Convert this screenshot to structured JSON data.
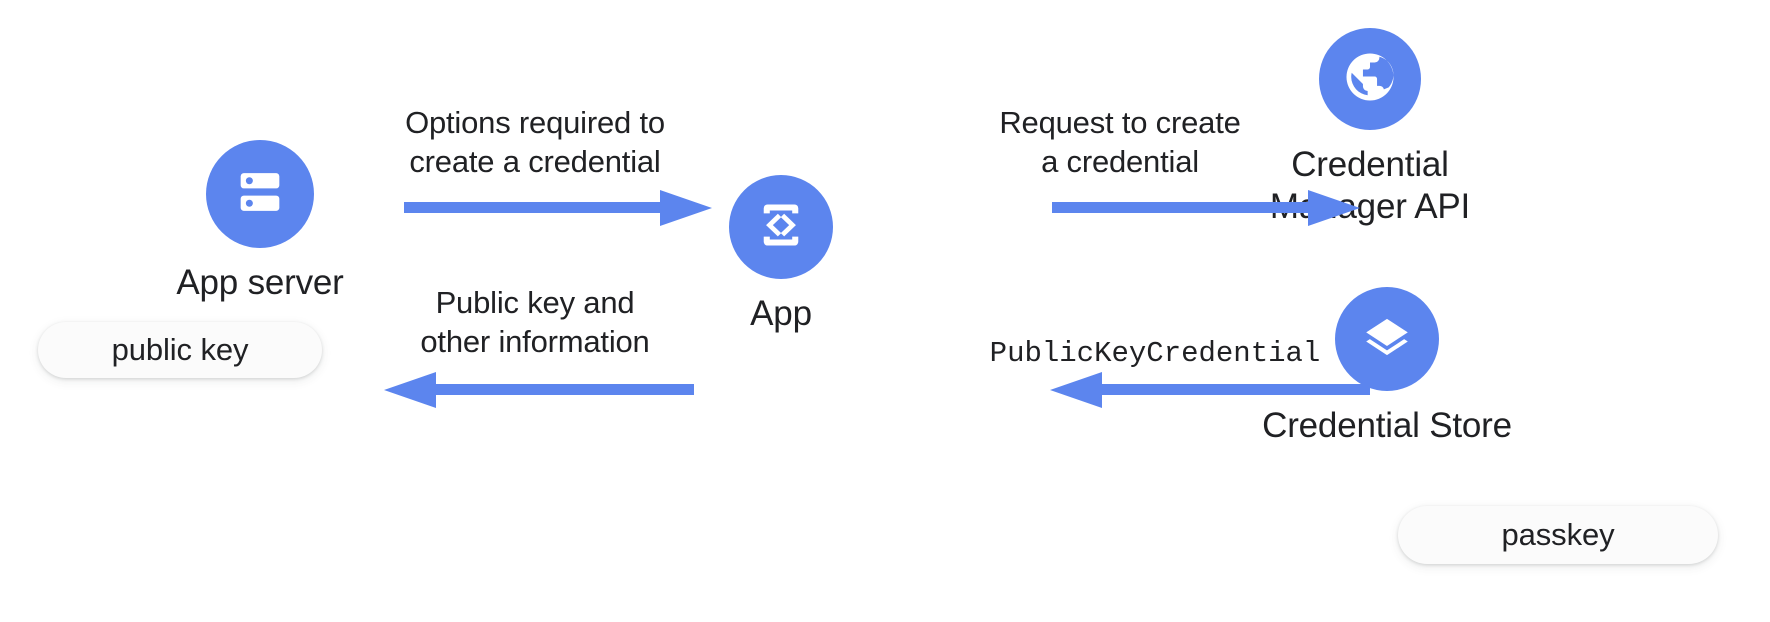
{
  "diagram": {
    "title_alt": "Passkey creation flow between app server, app, Credential Manager API and Credential Store",
    "accent_color": "#5c85ee",
    "text_color": "#202124",
    "pill_bg": "#fbfbfb",
    "background": "#ffffff"
  },
  "nodes": [
    {
      "id": "app-server",
      "label": "App server",
      "icon": "server-icon",
      "chip": "public key"
    },
    {
      "id": "app",
      "label": "App",
      "icon": "mobile-code-icon",
      "chip": null
    },
    {
      "id": "credential-manager-api",
      "label": "Credential\nManager API",
      "icon": "globe-icon",
      "chip": null
    },
    {
      "id": "credential-store",
      "label": "Credential Store",
      "icon": "layers-icon",
      "chip": "passkey"
    }
  ],
  "arrows": [
    {
      "id": "options-required",
      "label": "Options required to\ncreate a credential",
      "direction": "right",
      "from": "app-server",
      "to": "app",
      "mono": false
    },
    {
      "id": "public-key-and-other-information",
      "label": "Public key and\nother information",
      "direction": "left",
      "from": "app",
      "to": "app-server",
      "mono": false
    },
    {
      "id": "request-to-create",
      "label": "Request to create\na credential",
      "direction": "right",
      "from": "app",
      "to": "credential-manager-api",
      "mono": false
    },
    {
      "id": "public-key-credential",
      "label": "PublicKeyCredential",
      "direction": "left",
      "from": "credential-store",
      "to": "app",
      "mono": true
    }
  ]
}
